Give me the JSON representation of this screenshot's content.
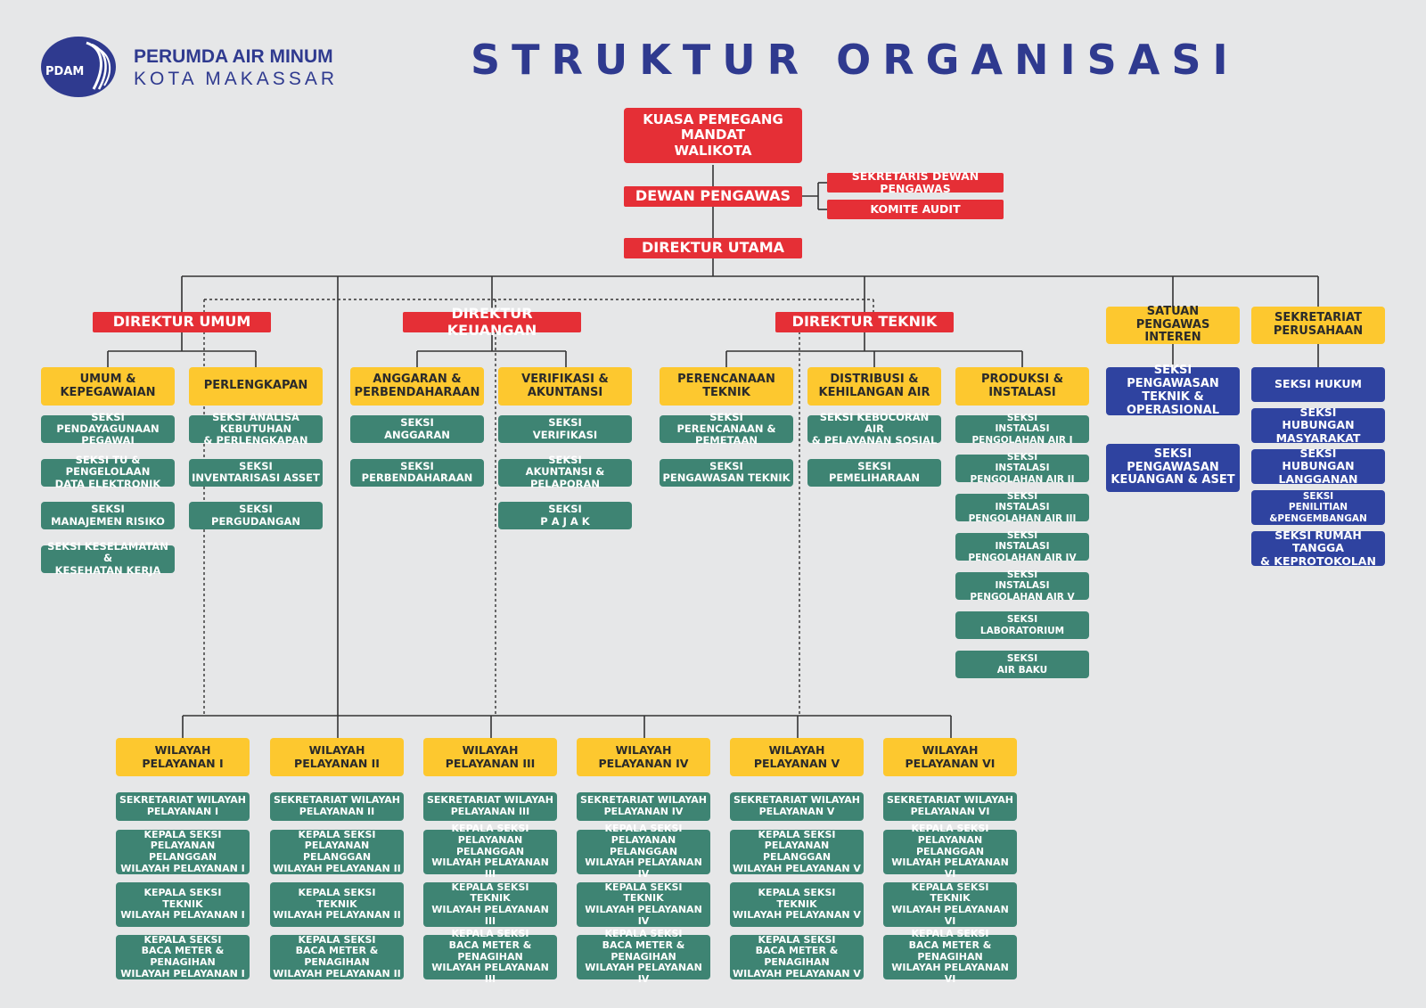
{
  "header": {
    "org_line1": "PERUMDA AIR MINUM",
    "org_line2": "KOTA MAKASSAR",
    "logo_text": "PDAM",
    "title": "STRUKTUR ORGANISASI"
  },
  "colors": {
    "red": "#e52f36",
    "yellow": "#fdc82f",
    "green": "#3e8473",
    "blue": "#2f43a0",
    "title": "#2f3a8f"
  },
  "top": {
    "kpm": "KUASA PEMEGANG MANDAT\nWALIKOTA",
    "dewan": "DEWAN PENGAWAS",
    "sekretaris_dewan": "SEKRETARIS DEWAN PENGAWAS",
    "komite_audit": "KOMITE AUDIT",
    "dirut": "DIREKTUR UTAMA"
  },
  "directors": {
    "umum": "DIREKTUR UMUM",
    "keuangan": "DIREKTUR KEUANGAN",
    "teknik": "DIREKTUR TEKNIK"
  },
  "staff": {
    "spi": "SATUAN PENGAWAS\nINTEREN",
    "sekper": "SEKRETARIAT\nPERUSAHAAN"
  },
  "divisions": [
    {
      "label": "UMUM & KEPEGAWAIAN",
      "sections": [
        "SEKSI\nPENDAYAGUNAAN PEGAWAI",
        "SEKSI TU & PENGELOLAAN\nDATA ELEKTRONIK",
        "SEKSI\nMANAJEMEN RISIKO",
        "SEKSI KESELAMATAN &\nKESEHATAN KERJA"
      ]
    },
    {
      "label": "PERLENGKAPAN",
      "sections": [
        "SEKSI ANALISA KEBUTUHAN\n& PERLENGKAPAN",
        "SEKSI\nINVENTARISASI ASSET",
        "SEKSI\nPERGUDANGAN"
      ]
    },
    {
      "label": "ANGGARAN &\nPERBENDAHARAAN",
      "sections": [
        "SEKSI\nANGGARAN",
        "SEKSI\nPERBENDAHARAAN"
      ]
    },
    {
      "label": "VERIFIKASI &\nAKUNTANSI",
      "sections": [
        "SEKSI\nVERIFIKASI",
        "SEKSI\nAKUNTANSI & PELAPORAN",
        "SEKSI\nP A J A K"
      ]
    },
    {
      "label": "PERENCANAAN TEKNIK",
      "sections": [
        "SEKSI\nPERENCANAAN & PEMETAAN",
        "SEKSI\nPENGAWASAN TEKNIK"
      ]
    },
    {
      "label": "DISTRIBUSI &\nKEHILANGAN AIR",
      "sections": [
        "SEKSI KEBOCORAN AIR\n& PELAYANAN SOSIAL",
        "SEKSI\nPEMELIHARAAN"
      ]
    },
    {
      "label": "PRODUKSI &\nINSTALASI",
      "sections": [
        "SEKSI\nINSTALASI PENGOLAHAN AIR  I",
        "SEKSI\nINSTALASI PENGOLAHAN AIR  II",
        "SEKSI\nINSTALASI PENGOLAHAN AIR  III",
        "SEKSI\nINSTALASI PENGOLAHAN AIR  IV",
        "SEKSI\nINSTALASI PENGOLAHAN AIR  V",
        "SEKSI\nLABORATORIUM",
        "SEKSI\nAIR BAKU"
      ]
    }
  ],
  "spi_sections": [
    "SEKSI PENGAWASAN\nTEKNIK & OPERASIONAL",
    "SEKSI PENGAWASAN\nKEUANGAN & ASET"
  ],
  "sekper_sections": [
    "SEKSI HUKUM",
    "SEKSI\nHUBUNGAN MASYARAKAT",
    "SEKSI\nHUBUNGAN LANGGANAN",
    "SEKSI\nPENILITIAN &PENGEMBANGAN",
    "SEKSI RUMAH TANGGA\n& KEPROTOKOLAN"
  ],
  "regions": [
    {
      "label": "WILAYAH PELAYANAN I",
      "sections": [
        "SEKRETARIAT WILAYAH\nPELAYANAN I",
        "KEPALA SEKSI\nPELAYANAN PELANGGAN\nWILAYAH PELAYANAN  I",
        "KEPALA SEKSI\nTEKNIK\nWILAYAH PELAYANAN  I",
        "KEPALA SEKSI\nBACA METER & PENAGIHAN\nWILAYAH PELAYANAN  I"
      ]
    },
    {
      "label": "WILAYAH PELAYANAN II",
      "sections": [
        "SEKRETARIAT WILAYAH\nPELAYANAN II",
        "KEPALA SEKSI\nPELAYANAN PELANGGAN\nWILAYAH PELAYANAN  II",
        "KEPALA SEKSI\nTEKNIK\nWILAYAH PELAYANAN  II",
        "KEPALA SEKSI\nBACA METER & PENAGIHAN\nWILAYAH PELAYANAN  II"
      ]
    },
    {
      "label": "WILAYAH PELAYANAN III",
      "sections": [
        "SEKRETARIAT WILAYAH\nPELAYANAN III",
        "KEPALA SEKSI\nPELAYANAN PELANGGAN\nWILAYAH PELAYANAN III",
        "KEPALA SEKSI\nTEKNIK\nWILAYAH PELAYANAN  III",
        "KEPALA SEKSI\nBACA METER & PENAGIHAN\nWILAYAH PELAYANAN  III"
      ]
    },
    {
      "label": "WILAYAH PELAYANAN IV",
      "sections": [
        "SEKRETARIAT WILAYAH\nPELAYANAN IV",
        "KEPALA SEKSI\nPELAYANAN PELANGGAN\nWILAYAH PELAYANAN  IV",
        "KEPALA SEKSI\nTEKNIK\nWILAYAH PELAYANAN  IV",
        "KEPALA SEKSI\nBACA METER & PENAGIHAN\nWILAYAH PELAYANAN  IV"
      ]
    },
    {
      "label": "WILAYAH PELAYANAN V",
      "sections": [
        "SEKRETARIAT WILAYAH\nPELAYANAN V",
        "KEPALA SEKSI\nPELAYANAN PELANGGAN\nWILAYAH PELAYANAN  V",
        "KEPALA SEKSI\nTEKNIK\nWILAYAH PELAYANAN  V",
        "KEPALA SEKSI\nBACA METER & PENAGIHAN\nWILAYAH PELAYANAN  V"
      ]
    },
    {
      "label": "WILAYAH PELAYANAN VI",
      "sections": [
        "SEKRETARIAT WILAYAH\nPELAYANAN VI",
        "KEPALA SEKSI\nPELAYANAN PELANGGAN\nWILAYAH PELAYANAN  VI",
        "KEPALA SEKSI\nTEKNIK\nWILAYAH PELAYANAN  VI",
        "KEPALA SEKSI\nBACA METER & PENAGIHAN\nWILAYAH PELAYANAN  VI"
      ]
    }
  ]
}
